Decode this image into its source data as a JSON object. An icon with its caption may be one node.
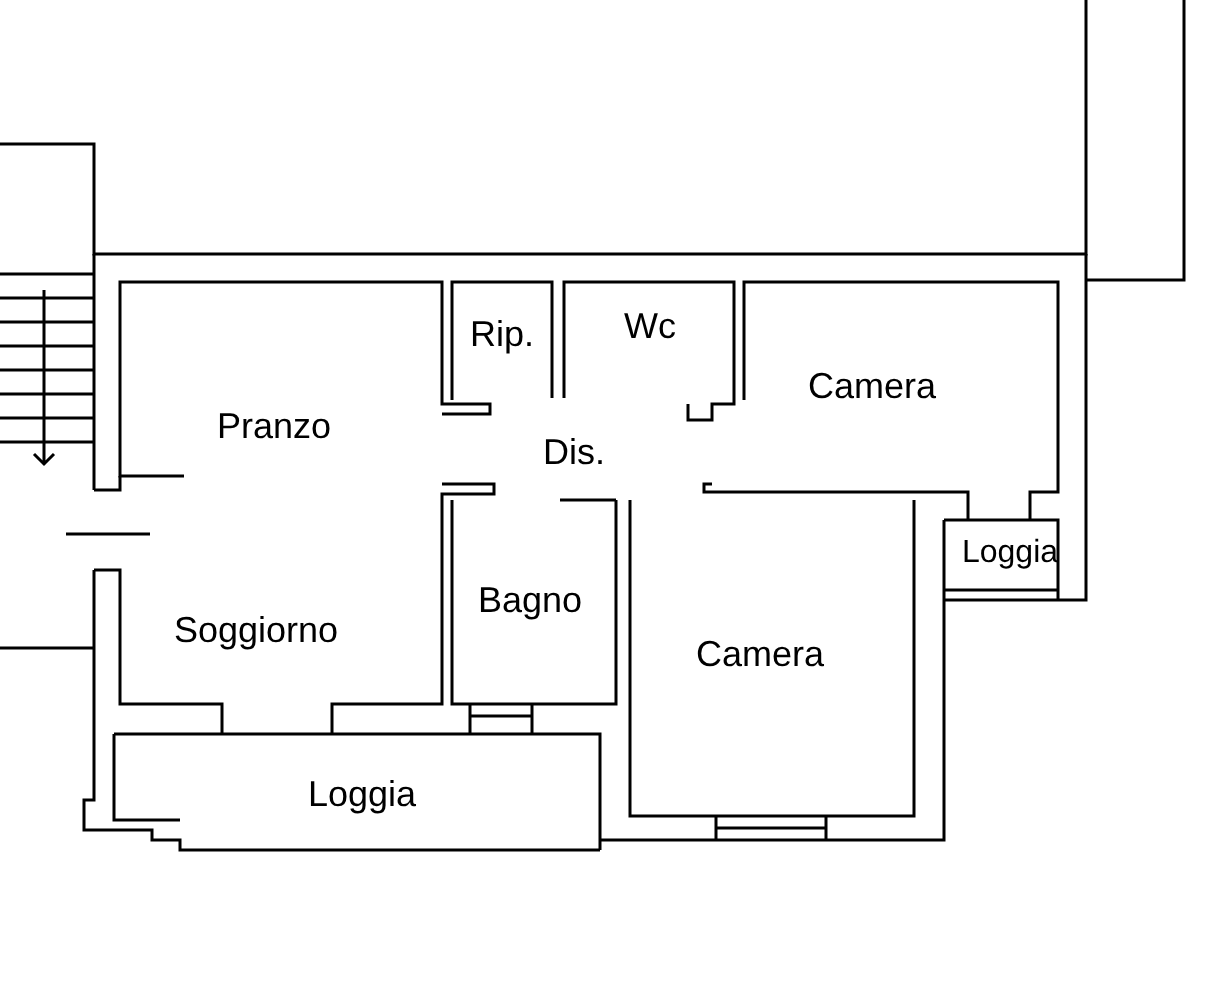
{
  "diagram": {
    "labels": [
      "Wc",
      "Rip.",
      "Camera",
      "Pranzo",
      "Dis.",
      "Loggia",
      "Bagno",
      "Soggiorno",
      "Camera",
      "Loggia"
    ]
  }
}
